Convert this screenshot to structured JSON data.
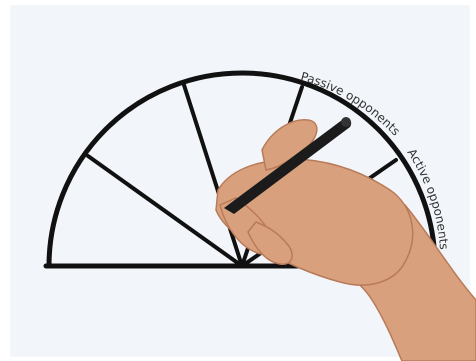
{
  "diagram": {
    "labels": {
      "passive": "Passive opponents",
      "active": "Active opponents"
    },
    "colors": {
      "background": "#f2f6fb",
      "frame": "#ffffff",
      "stroke": "#111111",
      "skin": "#d9a07e",
      "skin_shadow": "#b97a58",
      "pen": "#1b1b1b"
    },
    "drawing_hand": "hand holding black pen"
  }
}
